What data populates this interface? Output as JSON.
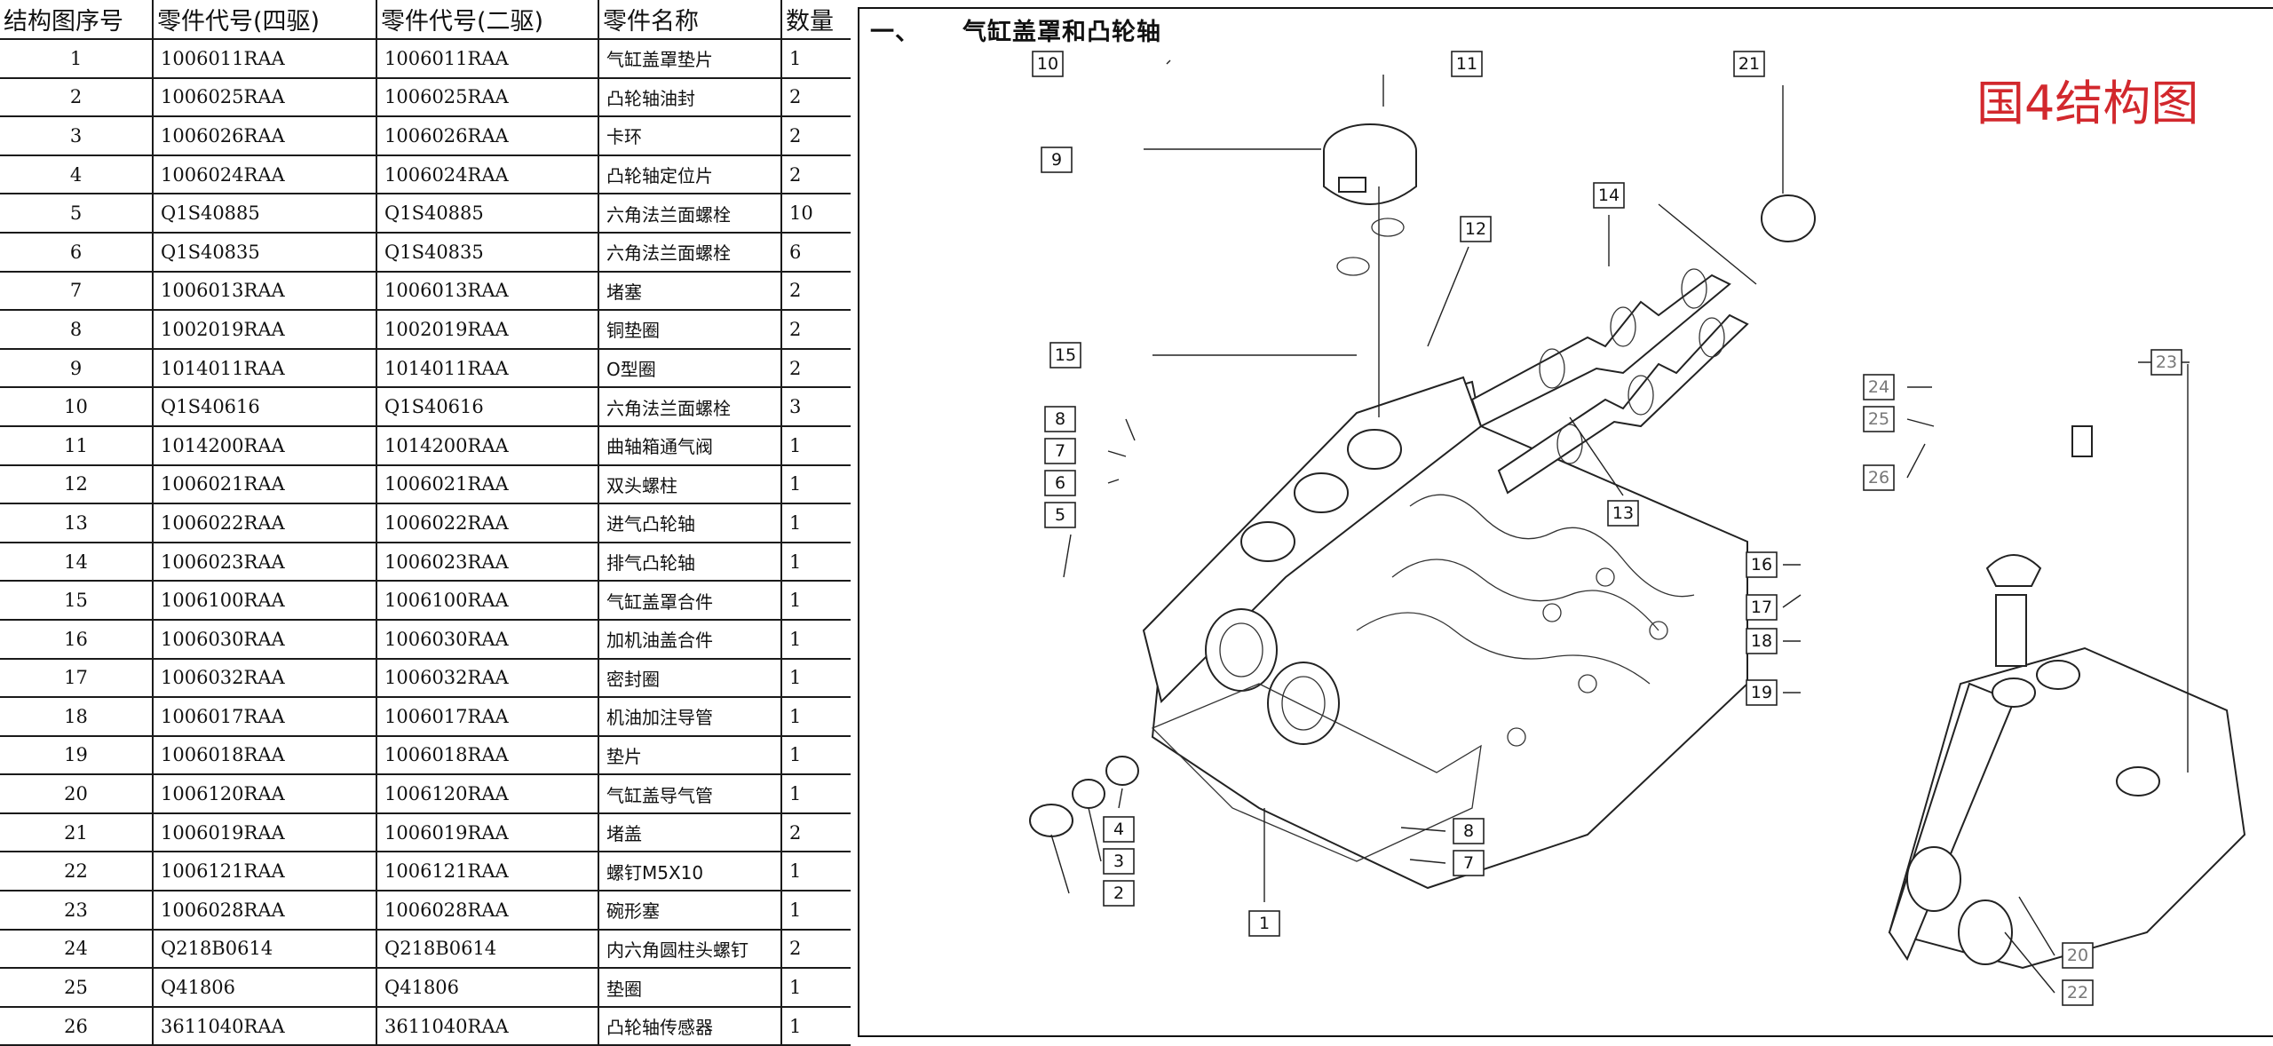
{
  "table": {
    "headers": [
      "结构图序号",
      "零件代号(四驱)",
      "零件代号(二驱)",
      "零件名称",
      "数量"
    ],
    "rows": [
      [
        "1",
        "1006011RAA",
        "1006011RAA",
        "气缸盖罩垫片",
        "1"
      ],
      [
        "2",
        "1006025RAA",
        "1006025RAA",
        "凸轮轴油封",
        "2"
      ],
      [
        "3",
        "1006026RAA",
        "1006026RAA",
        "卡环",
        "2"
      ],
      [
        "4",
        "1006024RAA",
        "1006024RAA",
        "凸轮轴定位片",
        "2"
      ],
      [
        "5",
        "Q1S40885",
        "Q1S40885",
        "六角法兰面螺栓",
        "10"
      ],
      [
        "6",
        "Q1S40835",
        "Q1S40835",
        "六角法兰面螺栓",
        "6"
      ],
      [
        "7",
        "1006013RAA",
        "1006013RAA",
        "堵塞",
        "2"
      ],
      [
        "8",
        "1002019RAA",
        "1002019RAA",
        "铜垫圈",
        "2"
      ],
      [
        "9",
        "1014011RAA",
        "1014011RAA",
        "O型圈",
        "2"
      ],
      [
        "10",
        "Q1S40616",
        "Q1S40616",
        "六角法兰面螺栓",
        "3"
      ],
      [
        "11",
        "1014200RAA",
        "1014200RAA",
        "曲轴箱通气阀",
        "1"
      ],
      [
        "12",
        "1006021RAA",
        "1006021RAA",
        "双头螺柱",
        "1"
      ],
      [
        "13",
        "1006022RAA",
        "1006022RAA",
        "进气凸轮轴",
        "1"
      ],
      [
        "14",
        "1006023RAA",
        "1006023RAA",
        "排气凸轮轴",
        "1"
      ],
      [
        "15",
        "1006100RAA",
        "1006100RAA",
        "气缸盖罩合件",
        "1"
      ],
      [
        "16",
        "1006030RAA",
        "1006030RAA",
        "加机油盖合件",
        "1"
      ],
      [
        "17",
        "1006032RAA",
        "1006032RAA",
        "密封圈",
        "1"
      ],
      [
        "18",
        "1006017RAA",
        "1006017RAA",
        "机油加注导管",
        "1"
      ],
      [
        "19",
        "1006018RAA",
        "1006018RAA",
        "垫片",
        "1"
      ],
      [
        "20",
        "1006120RAA",
        "1006120RAA",
        "气缸盖导气管",
        "1"
      ],
      [
        "21",
        "1006019RAA",
        "1006019RAA",
        "堵盖",
        "2"
      ],
      [
        "22",
        "1006121RAA",
        "1006121RAA",
        "螺钉M5X10",
        "1"
      ],
      [
        "23",
        "1006028RAA",
        "1006028RAA",
        "碗形塞",
        "1"
      ],
      [
        "24",
        "Q218B0614",
        "Q218B0614",
        "内六角圆柱头螺钉",
        "2"
      ],
      [
        "25",
        "Q41806",
        "Q41806",
        "垫圈",
        "1"
      ],
      [
        "26",
        "3611040RAA",
        "3611040RAA",
        "凸轮轴传感器",
        "1"
      ]
    ]
  },
  "diagram": {
    "section_number": "一、",
    "section_title": "气缸盖罩和凸轮轴",
    "caption": "国4结构图",
    "caption_color": "#d2282d",
    "callouts": [
      "10",
      "11",
      "21",
      "9",
      "12",
      "14",
      "15",
      "8",
      "7",
      "6",
      "5",
      "13",
      "24",
      "25",
      "26",
      "23",
      "16",
      "17",
      "18",
      "19",
      "4",
      "3",
      "2",
      "8",
      "7",
      "1",
      "20",
      "22"
    ]
  }
}
